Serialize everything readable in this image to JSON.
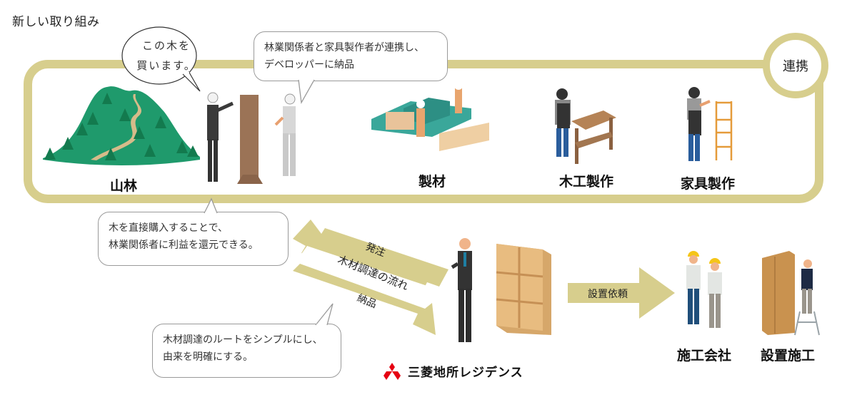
{
  "title": "新しい取り組み",
  "loop": {
    "hub_label": "連携",
    "color": "#d7ce8d",
    "stages": [
      {
        "id": "forest",
        "label": "山林"
      },
      {
        "id": "sawmill",
        "label": "製材"
      },
      {
        "id": "woodwork",
        "label": "木工製作"
      },
      {
        "id": "furniture",
        "label": "家具製作"
      }
    ]
  },
  "bubbles": {
    "buy_speech": {
      "line1": "この木を",
      "line2": "買います。"
    },
    "cooperation": {
      "line1": "林業関係者と家具製作者が連携し、",
      "line2": "デベロッパーに納品"
    },
    "direct_purchase": {
      "line1": "木を直接購入することで、",
      "line2": "林業関係者に利益を還元できる。"
    },
    "simple_route": {
      "line1": "木材調達のルートをシンプルにし、",
      "line2": "由来を明確にする。"
    }
  },
  "flow": {
    "order_label": "発注",
    "center_label": "木材調達の流れ",
    "delivery_label": "納品",
    "install_request_label": "設置依頼"
  },
  "developer": {
    "brand_name": "三菱地所レジデンス",
    "logo_color": "#e60012"
  },
  "downstream": [
    {
      "id": "contractor",
      "label": "施工会社"
    },
    {
      "id": "installation",
      "label": "設置施工"
    }
  ]
}
